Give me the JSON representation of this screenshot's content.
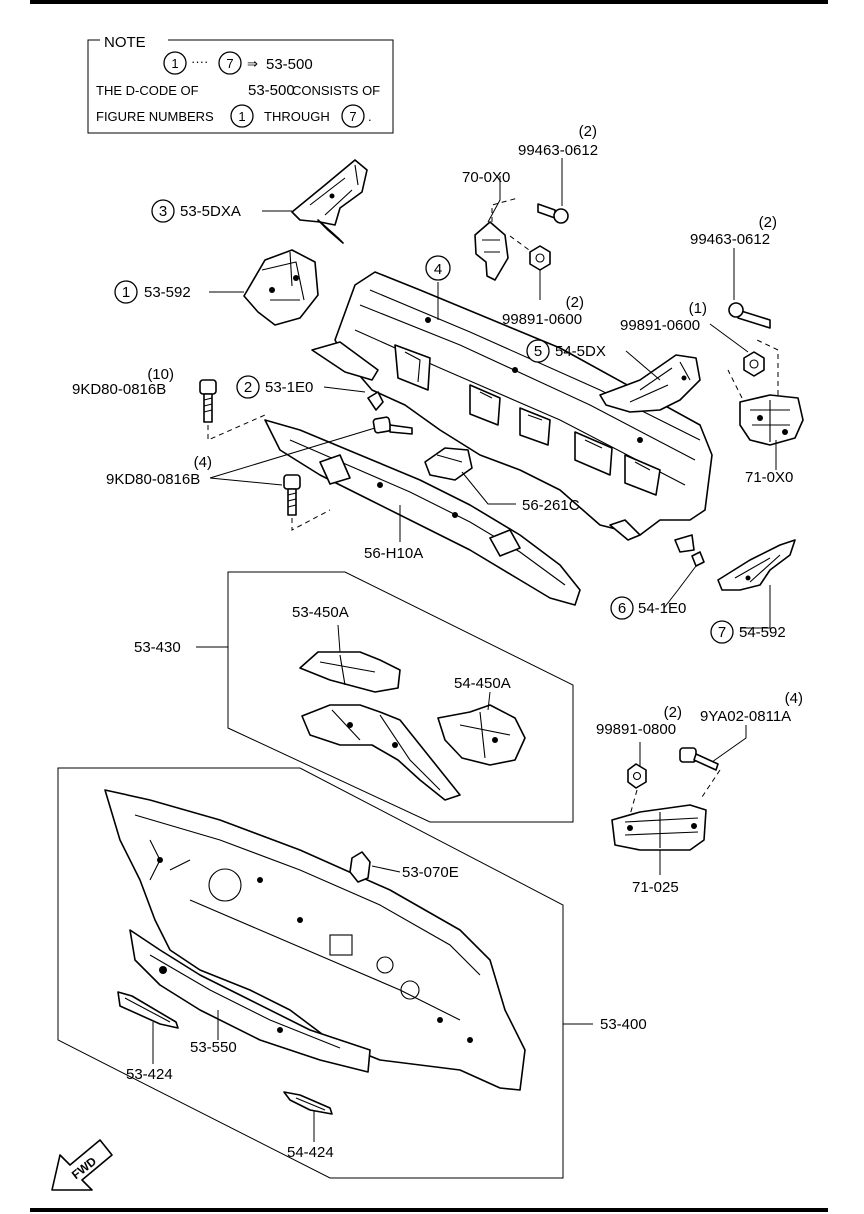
{
  "note": {
    "heading": "NOTE",
    "range_start": "1",
    "range_sep": "····",
    "range_end": "7",
    "arrow": "⇒",
    "range_code": "53-500",
    "line2_a": "THE D-CODE OF",
    "line2_code": "53-500",
    "line2_b": "CONSISTS OF",
    "line3_a": "FIGURE NUMBERS",
    "line3_start": "1",
    "line3_mid": "THROUGH",
    "line3_end": "7",
    "line3_dot": "."
  },
  "labels": {
    "p53_5dxa": "53-5DXA",
    "c3": "3",
    "p53_592": "53-592",
    "c1": "1",
    "p53_1e0": "53-1E0",
    "c2": "2",
    "p70_0x0": "70-0X0",
    "q99463_a": "(2)",
    "p99463_a": "99463-0612",
    "q99463_b": "(2)",
    "p99463_b": "99463-0612",
    "q99891_a": "(2)",
    "p99891_a": "99891-0600",
    "q99891_b": "(1)",
    "p99891_b": "99891-0600",
    "c4": "4",
    "p54_5dx": "54-5DX",
    "c5": "5",
    "q9kd_a": "(10)",
    "p9kd_a": "9KD80-0816B",
    "q9kd_b": "(4)",
    "p9kd_b": "9KD80-0816B",
    "p56_261c": "56-261C",
    "p71_0x0": "71-0X0",
    "p56_h10a": "56-H10A",
    "p54_1e0": "54-1E0",
    "c6": "6",
    "p54_592": "54-592",
    "c7": "7",
    "p53_430": "53-430",
    "p53_450a": "53-450A",
    "p54_450a": "54-450A",
    "q99891_c": "(2)",
    "p99891_c": "99891-0800",
    "q9ya02": "(4)",
    "p9ya02": "9YA02-0811A",
    "p71_025": "71-025",
    "p53_070e": "53-070E",
    "p53_400": "53-400",
    "p53_424": "53-424",
    "p53_550": "53-550",
    "p54_424": "54-424",
    "fwd": "FWD"
  }
}
